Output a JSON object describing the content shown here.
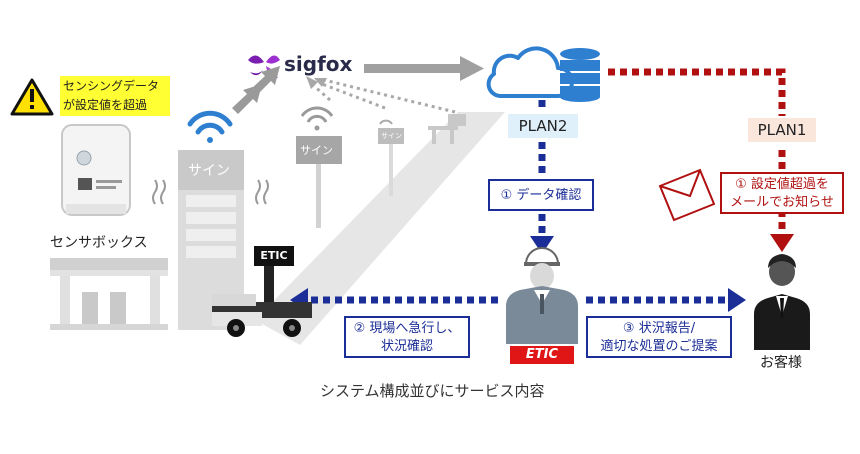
{
  "diagram": {
    "caption": "システム構成並びにサービス内容",
    "alert": {
      "line1": "センシングデータ",
      "line2": "が設定値を超過",
      "icon": "warning-icon"
    },
    "sensor_label": "センサボックス",
    "sign_label": "サイン",
    "small_sign_label": "サイン",
    "tiny_sign_label": "サイン",
    "sigfox_logo": "sigfox",
    "plan2": "PLAN2",
    "plan1": "PLAN1",
    "step_data_check": "① データ確認",
    "step_mail_line1": "① 設定値超過を",
    "step_mail_line2": "メールでお知らせ",
    "step_site_line1": "② 現場へ急行し、",
    "step_site_line2": "状況確認",
    "step_report_line1": "③ 状況報告/",
    "step_report_line2": "適切な処置のご提案",
    "etic_sign": "ETIC",
    "etic_badge": "ETIC",
    "customer_label": "お客様",
    "colors": {
      "blue_dashed": "#1b2d96",
      "red_dashed": "#b01010",
      "alert_yellow": "#ffff33",
      "accent_blue": "#2f7fd0",
      "badge_red": "#e01515"
    }
  }
}
